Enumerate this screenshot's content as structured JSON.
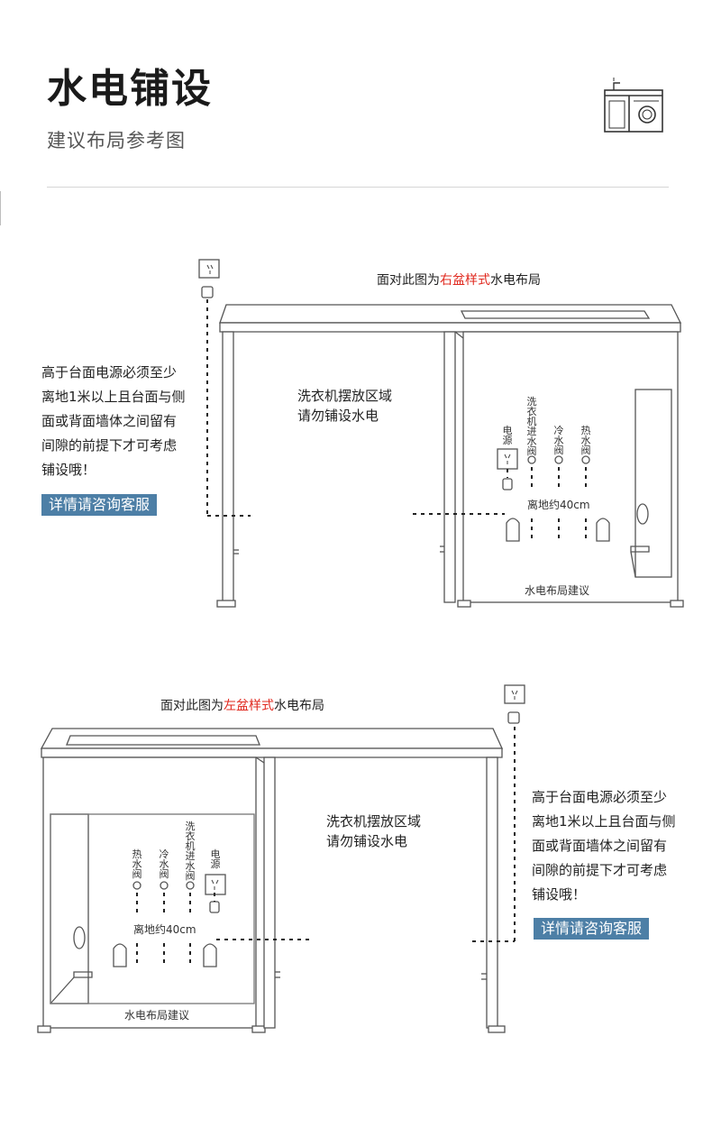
{
  "header": {
    "title": "水电铺设",
    "subtitle": "建议布局参考图"
  },
  "diagram_right": {
    "caption_before": "面对此图为",
    "caption_highlight": "右盆样式",
    "caption_after": "水电布局",
    "note_lines": [
      "高于台面电源必须至少",
      "离地1米以上且台面与侧",
      "面或背面墙体之间留有",
      "间隙的前提下才可考虑",
      "铺设哦！"
    ],
    "cta_label": "详情请咨询客服",
    "area_lines": [
      "洗衣机摆放区域",
      "请勿铺设水电"
    ],
    "labels": {
      "power": "电源",
      "washer_inlet": "洗衣机进水阀",
      "cold": "冷水阀",
      "hot": "热水阀",
      "height": "离地约40cm",
      "suggestion": "水电布局建议"
    }
  },
  "diagram_left": {
    "caption_before": "面对此图为",
    "caption_highlight": "左盆样式",
    "caption_after": "水电布局",
    "note_lines": [
      "高于台面电源必须至少",
      "离地1米以上且台面与侧",
      "面或背面墙体之间留有",
      "间隙的前提下才可考虑",
      "铺设哦！"
    ],
    "cta_label": "详情请咨询客服",
    "area_lines": [
      "洗衣机摆放区域",
      "请勿铺设水电"
    ],
    "labels": {
      "hot": "热水阀",
      "cold": "冷水阀",
      "washer_inlet": "洗衣机进水阀",
      "power": "电源",
      "height": "离地约40cm",
      "suggestion": "水电布局建议"
    }
  },
  "colors": {
    "highlight": "#e0281e",
    "cta_background": "#4d7fa6",
    "line": "#555555"
  },
  "icons": [
    "cabinet-washer-icon",
    "power-socket-icon",
    "plug-icon",
    "valve-icon"
  ]
}
